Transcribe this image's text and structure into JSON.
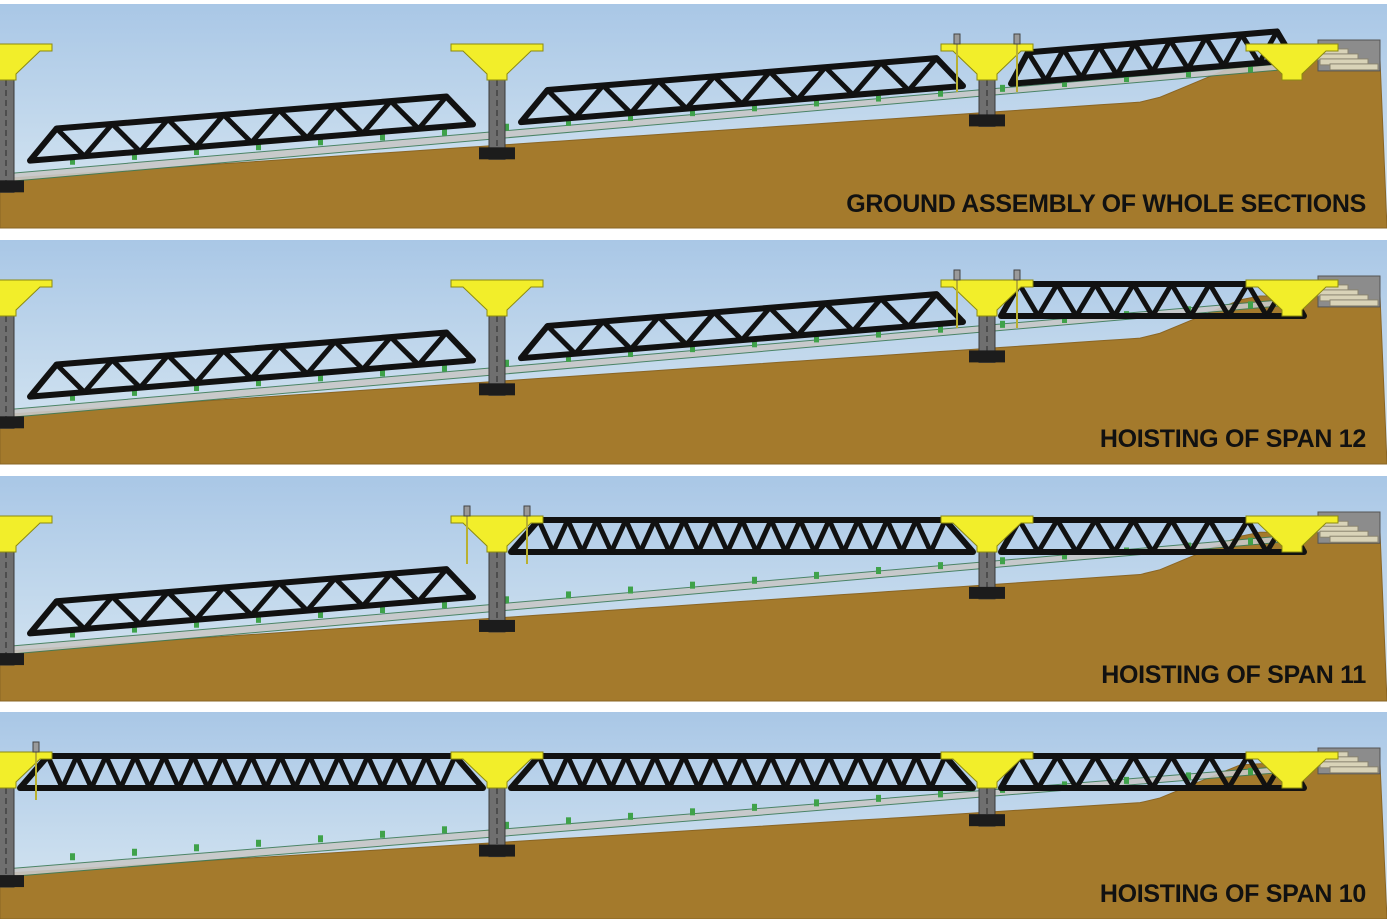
{
  "colors": {
    "sky_top": "#a9c7e6",
    "sky_bottom": "#d9e8f2",
    "ground": "#a47a2c",
    "ground_dark": "#8a6524",
    "gravel": "#c8c8c8",
    "truss": "#111111",
    "pier_cap": "#f2ee2a",
    "pier": "#6f6f6f",
    "footing": "#1c1c1c",
    "pad": "#3fa24a",
    "strand": "#b9b030",
    "caption": "#111111"
  },
  "panels": [
    {
      "caption": "GROUND ASSEMBLY OF WHOLE SECTIONS",
      "raised_spans": []
    },
    {
      "caption": "HOISTING OF SPAN 12",
      "raised_spans": [
        2
      ]
    },
    {
      "caption": "HOISTING OF SPAN 11",
      "raised_spans": [
        1,
        2
      ]
    },
    {
      "caption": "HOISTING OF SPAN 10",
      "raised_spans": [
        0,
        1,
        2
      ]
    }
  ]
}
